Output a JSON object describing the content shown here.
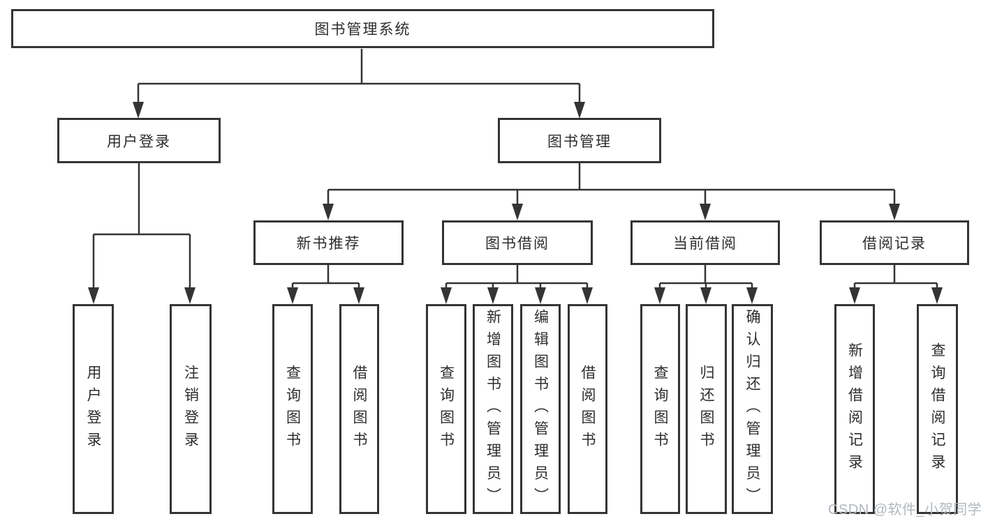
{
  "diagram": {
    "root": {
      "label": "图书管理系统"
    },
    "branches": [
      {
        "label": "用户登录",
        "children": [
          {
            "label": "用户登录"
          },
          {
            "label": "注销登录"
          }
        ]
      },
      {
        "label": "图书管理",
        "groups": [
          {
            "label": "新书推荐",
            "children": [
              {
                "label": "查询图书"
              },
              {
                "label": "借阅图书"
              }
            ]
          },
          {
            "label": "图书借阅",
            "children": [
              {
                "label": "查询图书"
              },
              {
                "label": "新增图书（管理员）"
              },
              {
                "label": "编辑图书（管理员）"
              },
              {
                "label": "借阅图书"
              }
            ]
          },
          {
            "label": "当前借阅",
            "children": [
              {
                "label": "查询图书"
              },
              {
                "label": "归还图书"
              },
              {
                "label": "确认归还（管理员）"
              }
            ]
          },
          {
            "label": "借阅记录",
            "children": [
              {
                "label": "新增借阅记录"
              },
              {
                "label": "查询借阅记录"
              }
            ]
          }
        ]
      }
    ]
  },
  "watermark": {
    "text": "CSDN @软件_小贺同学"
  },
  "colors": {
    "line": "#343434",
    "text": "#2d2d2d",
    "watermark": "#b2b8bf",
    "background": "#ffffff"
  }
}
